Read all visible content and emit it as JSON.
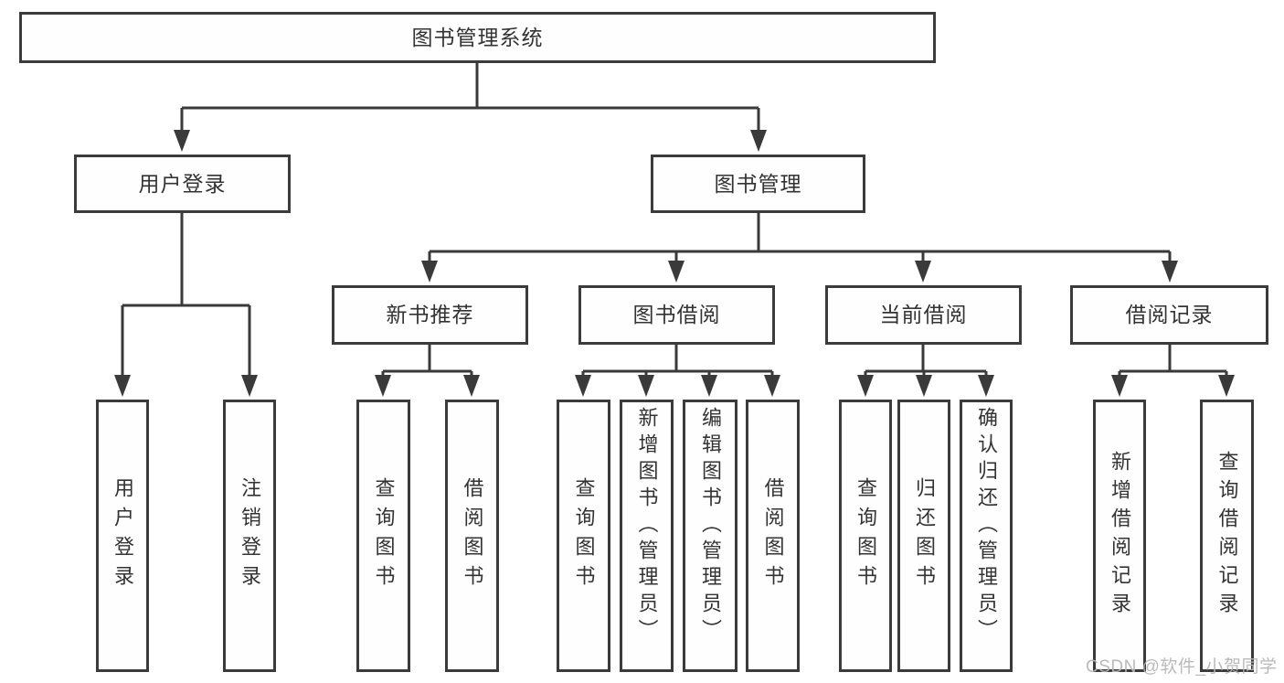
{
  "diagram_title": "图书管理系统",
  "colors": {
    "line": "#3a3a3a",
    "box_border": "#3b3b3b",
    "text": "#333333",
    "background": "#ffffff",
    "watermark": "#b6b6b6"
  },
  "nodes": {
    "root": "图书管理系统",
    "level2": [
      "用户登录",
      "图书管理"
    ],
    "level3": [
      "新书推荐",
      "图书借阅",
      "当前借阅",
      "借阅记录"
    ],
    "leaves": {
      "user_login": [
        "用户登录",
        "注销登录"
      ],
      "new_book_recommend": [
        "查询图书",
        "借阅图书"
      ],
      "book_borrow": [
        "查询图书",
        "新增图书（管理员）",
        "编辑图书（管理员）",
        "借阅图书"
      ],
      "current_borrow": [
        "查询图书",
        "归还图书",
        "确认归还（管理员）"
      ],
      "borrow_record": [
        "新增借阅记录",
        "查询借阅记录"
      ]
    }
  },
  "watermark": "CSDN @软件_小贺同学"
}
